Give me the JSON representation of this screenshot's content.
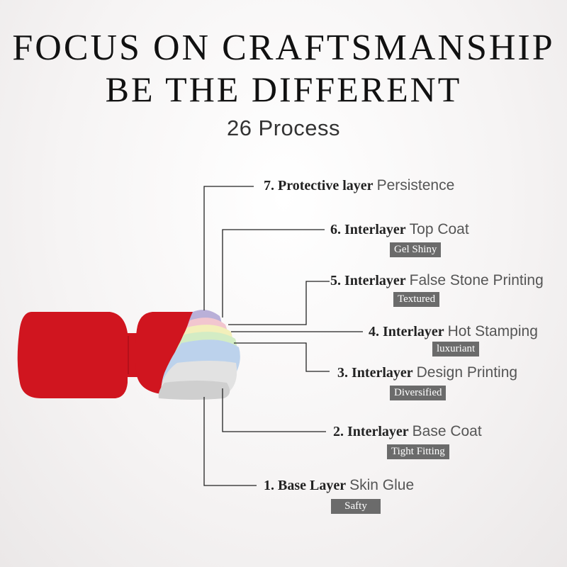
{
  "header": {
    "line1": "FOCUS ON CRAFTSMANSHIP",
    "line2": "BE THE DIFFERENT",
    "line3": "26 Process"
  },
  "layers": [
    {
      "num": "7. Protective layer",
      "name": "Persistence",
      "tag": ""
    },
    {
      "num": "6. Interlayer",
      "name": "Top Coat",
      "tag": "Gel Shiny"
    },
    {
      "num": "5. Interlayer",
      "name": "False Stone Printing",
      "tag": "Textured"
    },
    {
      "num": "4. Interlayer",
      "name": "Hot Stamping",
      "tag": "luxuriant"
    },
    {
      "num": "3. Interlayer",
      "name": "Design Printing",
      "tag": "Diversified"
    },
    {
      "num": "2. Interlayer",
      "name": "Base Coat",
      "tag": "Tight Fitting"
    },
    {
      "num": "1. Base Layer",
      "name": "Skin Glue",
      "tag": "Safty"
    }
  ],
  "colors": {
    "nail_red": "#d0151f",
    "layer_protective": "#b9b0d8",
    "layer_top_coat": "#f2c6cf",
    "layer_false_stone": "#f3efba",
    "layer_hot_stamping": "#d3ecc4",
    "layer_design": "#bcd2ec",
    "layer_base": "#cfcfcf",
    "tag_bg": "#6b6b6b"
  }
}
